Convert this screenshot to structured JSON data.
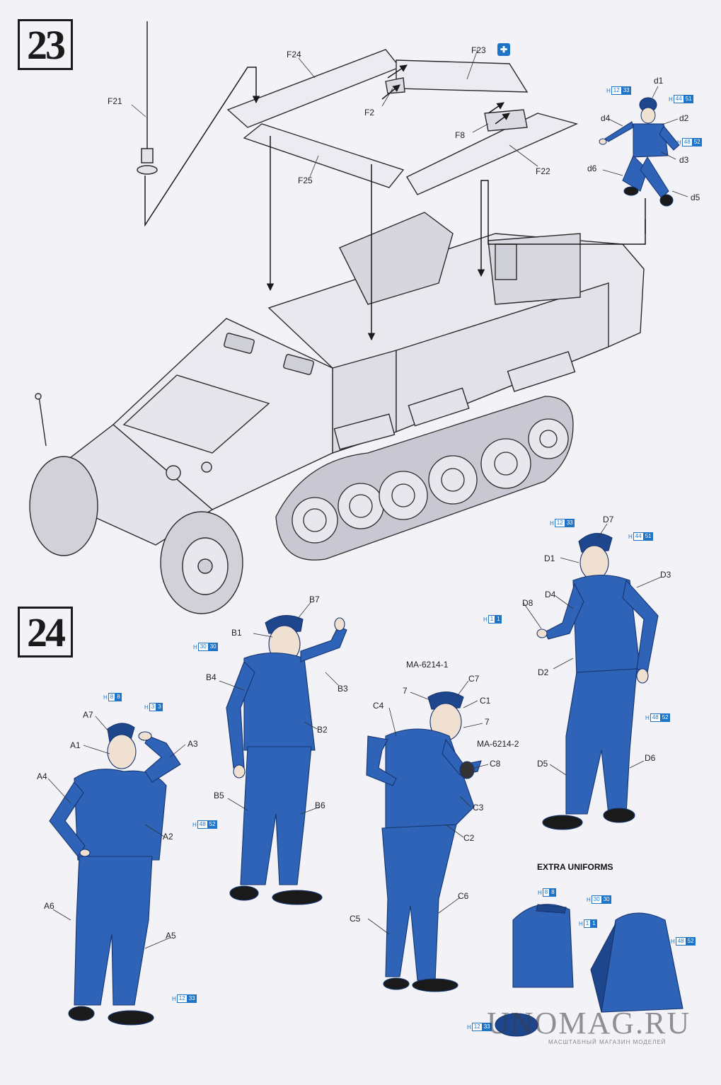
{
  "steps": {
    "step23": "23",
    "step24": "24"
  },
  "step23_labels": {
    "F21": "F21",
    "F24": "F24",
    "F23": "F23",
    "F2": "F2",
    "F8": "F8",
    "F22": "F22",
    "F25": "F25",
    "d1": "d1",
    "d2": "d2",
    "d3": "d3",
    "d4": "d4",
    "d5": "d5",
    "d6": "d6"
  },
  "step24_labels": {
    "A1": "A1",
    "A2": "A2",
    "A3": "A3",
    "A4": "A4",
    "A5": "A5",
    "A6": "A6",
    "A7": "A7",
    "B1": "B1",
    "B2": "B2",
    "B3": "B3",
    "B4": "B4",
    "B5": "B5",
    "B6": "B6",
    "B7": "B7",
    "C1": "C1",
    "C2": "C2",
    "C3": "C3",
    "C4": "C4",
    "C5": "C5",
    "C6": "C6",
    "C7": "C7",
    "C8": "C8",
    "D1": "D1",
    "D2": "D2",
    "D3": "D3",
    "D4": "D4",
    "D5": "D5",
    "D6": "D6",
    "D7": "D7",
    "D8": "D8",
    "c7a": "7",
    "c7b": "7",
    "ma1": "MA-6214-1",
    "ma2": "MA-6214-2"
  },
  "extra_uniforms_title": "EXTRA UNIFORMS",
  "color_codes": [
    {
      "h": "H",
      "a": "12",
      "b": "33"
    },
    {
      "h": "H",
      "a": "44",
      "b": "51"
    },
    {
      "h": "H",
      "a": "48",
      "b": "52"
    },
    {
      "h": "H",
      "a": "12",
      "b": "33"
    },
    {
      "h": "H",
      "a": "44",
      "b": "51"
    },
    {
      "h": "H",
      "a": "1",
      "b": "1"
    },
    {
      "h": "H",
      "a": "48",
      "b": "52"
    },
    {
      "h": "H",
      "a": "30",
      "b": "30"
    },
    {
      "h": "H",
      "a": "8",
      "b": "8"
    },
    {
      "h": "H",
      "a": "3",
      "b": "3"
    },
    {
      "h": "H",
      "a": "48",
      "b": "52"
    },
    {
      "h": "H",
      "a": "12",
      "b": "33"
    },
    {
      "h": "H",
      "a": "8",
      "b": "8"
    },
    {
      "h": "H",
      "a": "30",
      "b": "30"
    },
    {
      "h": "H",
      "a": "1",
      "b": "1"
    },
    {
      "h": "H",
      "a": "48",
      "b": "52"
    },
    {
      "h": "H",
      "a": "12",
      "b": "33"
    }
  ],
  "glue_icon": "cement-icon",
  "watermark": {
    "main": "UNOMAG.RU",
    "sub": "МАСШТАБНЫЙ МАГАЗИН МОДЕЛЕЙ"
  },
  "colors": {
    "uniform": "#2e63b8",
    "uniform_dark": "#1d468c",
    "paint_code": "#1e74c6",
    "line": "#2a2a2a"
  }
}
